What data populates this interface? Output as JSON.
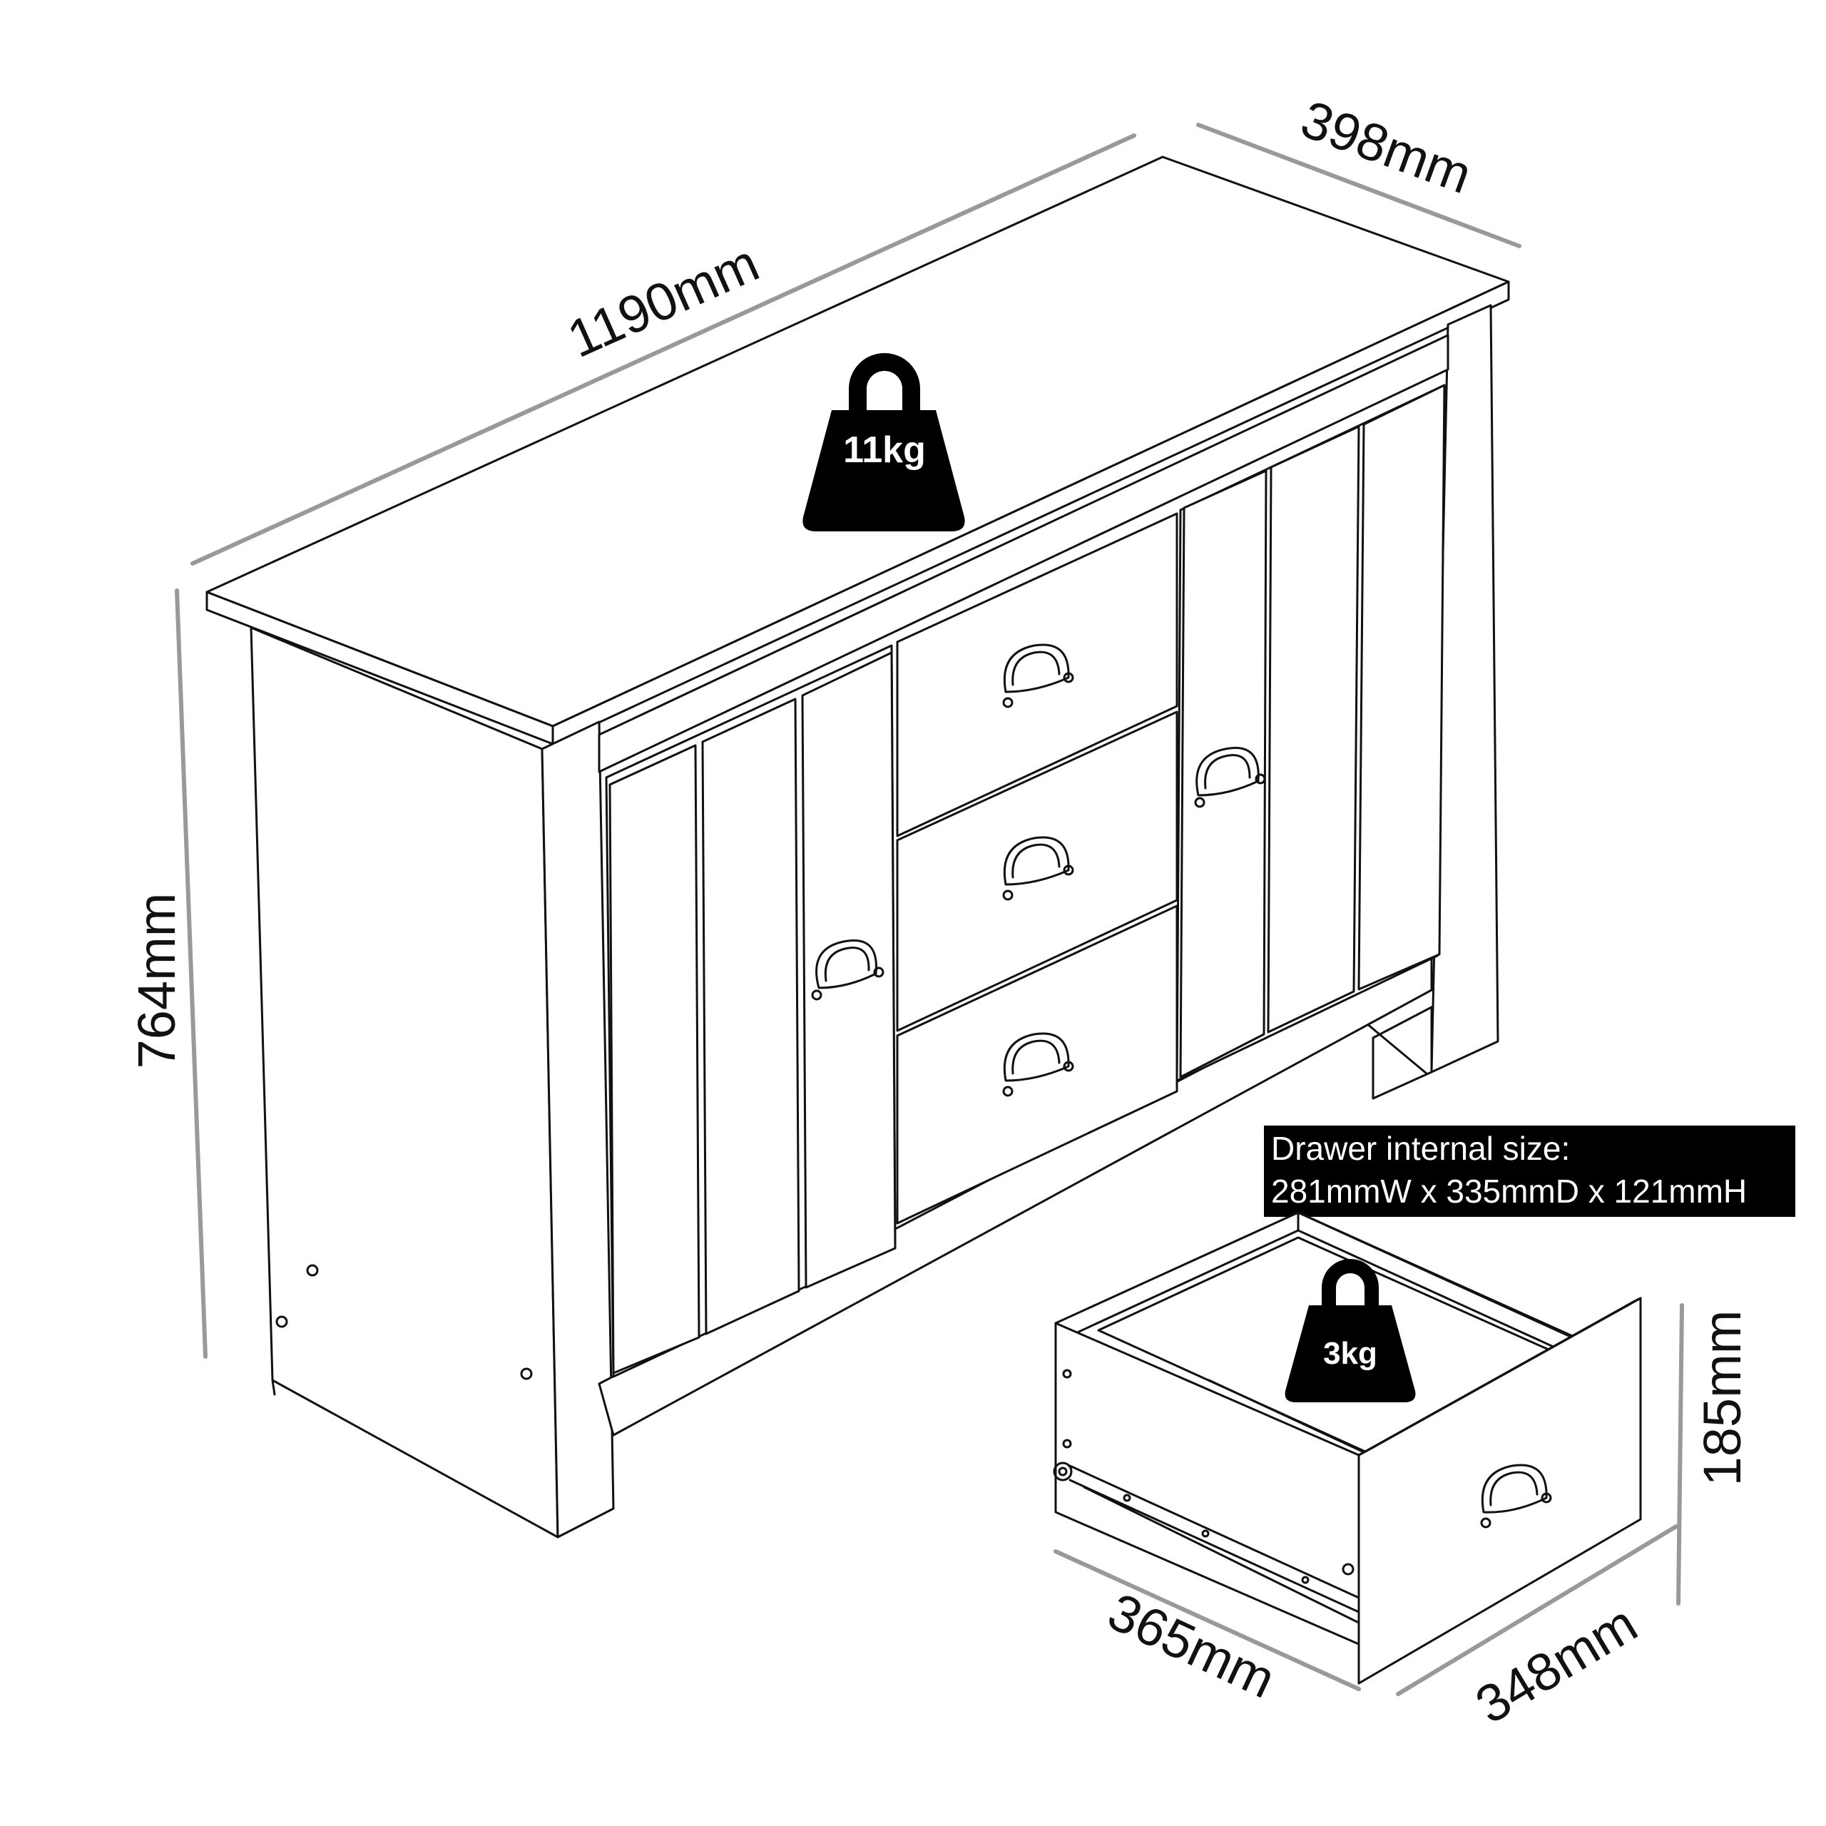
{
  "dimensions": {
    "width": "1190mm",
    "depth": "398mm",
    "height": "764mm",
    "drawer_height": "185mm",
    "drawer_depth": "365mm",
    "drawer_width": "348mm"
  },
  "weights": {
    "cabinet": "11kg",
    "drawer": "3kg"
  },
  "drawer_info": {
    "line1": "Drawer internal size:",
    "line2": "281mmW x 335mmD x 121mmH"
  },
  "colors": {
    "line": "#111111",
    "dimension_line": "#999999",
    "label_bg": "#000000"
  }
}
